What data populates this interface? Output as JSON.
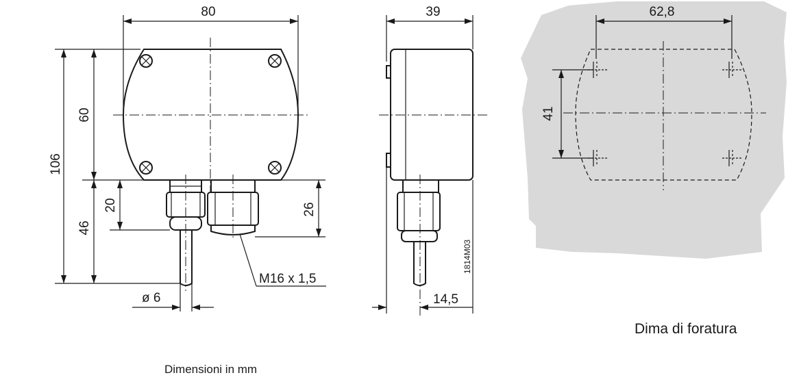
{
  "front_view": {
    "width": "80",
    "upper_height": "60",
    "total_height": "106",
    "lower_height": "46",
    "gland_height": "20",
    "cable_gland_height": "26",
    "thread": "M16 x 1,5",
    "probe_diameter": "ø 6"
  },
  "side_view": {
    "depth": "39",
    "probe_offset": "14,5",
    "drawing_code": "1814M03"
  },
  "template": {
    "hole_spacing_h": "62,8",
    "hole_spacing_v": "41",
    "caption": "Dima di foratura"
  },
  "caption": "Dimensioni in mm",
  "colors": {
    "template_background": "#d9d9d9",
    "line": "#1a1a1a"
  }
}
